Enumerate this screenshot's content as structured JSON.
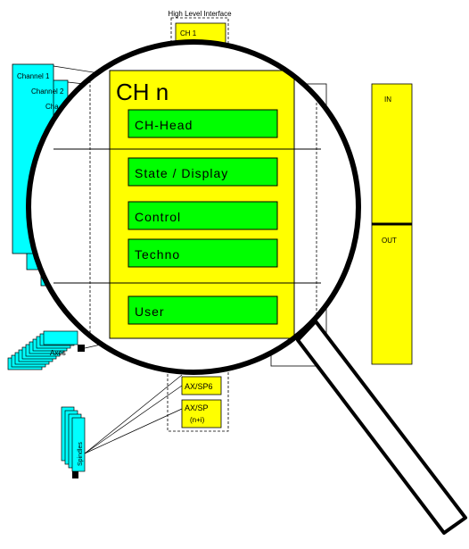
{
  "header": {
    "title": "High Level Interface"
  },
  "background": {
    "ch1_label": "CH 1",
    "channel_labels": [
      "Channel 1",
      "Channel 2",
      "Cha"
    ],
    "axes_label": "Axes",
    "spindles_label": "Spindles",
    "axsp6_label": "AX/SP6",
    "axsp_n_label_line1": "AX/SP",
    "axsp_n_label_line2": "(n+i)"
  },
  "magnifier": {
    "title": "CH n",
    "blocks": [
      "CH-Head",
      "State / Display",
      "Control",
      "Techno",
      "User"
    ]
  },
  "io_panel": {
    "in_label": "IN",
    "out_label": "OUT"
  },
  "colors": {
    "yellow": "#ffff00",
    "green": "#00ff00",
    "cyan": "#00ffff",
    "black": "#000000",
    "white": "#ffffff"
  }
}
